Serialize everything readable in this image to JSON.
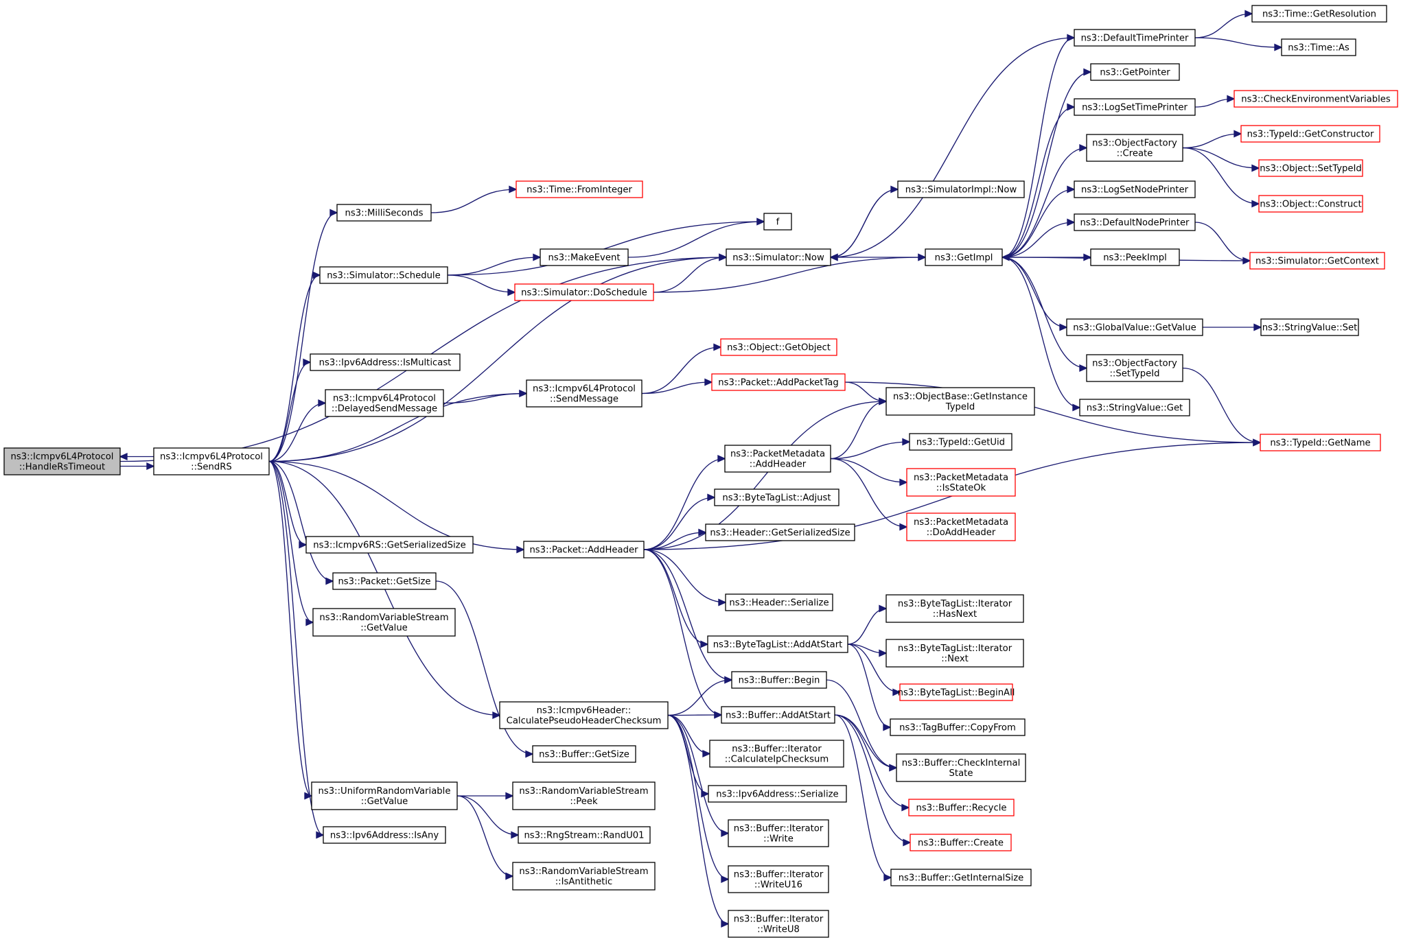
{
  "colors": {
    "edge": "#191970",
    "node_border": "#000000",
    "node_border_truncated": "#ff0000",
    "node_fill": "#ffffff",
    "node_fill_focus": "#bfbfbf"
  },
  "nodes": [
    {
      "id": "handle_rs_timeout",
      "lines": [
        "ns3::Icmpv6L4Protocol",
        "::HandleRsTimeout"
      ],
      "focus": true
    },
    {
      "id": "send_rs",
      "lines": [
        "ns3::Icmpv6L4Protocol",
        "::SendRS"
      ]
    },
    {
      "id": "milli_seconds",
      "lines": [
        "ns3::MilliSeconds"
      ]
    },
    {
      "id": "simulator_schedule",
      "lines": [
        "ns3::Simulator::Schedule"
      ]
    },
    {
      "id": "ipv6addr_ismulticast",
      "lines": [
        "ns3::Ipv6Address::IsMulticast"
      ]
    },
    {
      "id": "delayed_send_message",
      "lines": [
        "ns3::Icmpv6L4Protocol",
        "::DelayedSendMessage"
      ]
    },
    {
      "id": "icmpv6rs_serialized_size",
      "lines": [
        "ns3::Icmpv6RS::GetSerializedSize"
      ]
    },
    {
      "id": "packet_getsize",
      "lines": [
        "ns3::Packet::GetSize"
      ]
    },
    {
      "id": "rvs_getvalue",
      "lines": [
        "ns3::RandomVariableStream",
        "::GetValue"
      ]
    },
    {
      "id": "uniform_getvalue",
      "lines": [
        "ns3::UniformRandomVariable",
        "::GetValue"
      ]
    },
    {
      "id": "ipv6addr_isany",
      "lines": [
        "ns3::Ipv6Address::IsAny"
      ]
    },
    {
      "id": "time_frominteger",
      "lines": [
        "ns3::Time::FromInteger"
      ],
      "truncated": true
    },
    {
      "id": "f_node",
      "lines": [
        "f"
      ]
    },
    {
      "id": "make_event",
      "lines": [
        "ns3::MakeEvent"
      ]
    },
    {
      "id": "simulator_doschedule",
      "lines": [
        "ns3::Simulator::DoSchedule"
      ],
      "truncated": true
    },
    {
      "id": "simulator_now",
      "lines": [
        "ns3::Simulator::Now"
      ]
    },
    {
      "id": "object_getobject",
      "lines": [
        "ns3::Object::GetObject"
      ],
      "truncated": true
    },
    {
      "id": "send_message",
      "lines": [
        "ns3::Icmpv6L4Protocol",
        "::SendMessage"
      ]
    },
    {
      "id": "packet_addpackettag",
      "lines": [
        "ns3::Packet::AddPacketTag"
      ],
      "truncated": true
    },
    {
      "id": "packet_addheader",
      "lines": [
        "ns3::Packet::AddHeader"
      ]
    },
    {
      "id": "calc_pseudo_checksum",
      "lines": [
        "ns3::Icmpv6Header::",
        "CalculatePseudoHeaderChecksum"
      ]
    },
    {
      "id": "buffer_getsize",
      "lines": [
        "ns3::Buffer::GetSize"
      ]
    },
    {
      "id": "rvs_peek",
      "lines": [
        "ns3::RandomVariableStream",
        "::Peek"
      ]
    },
    {
      "id": "rngstream_randu01",
      "lines": [
        "ns3::RngStream::RandU01"
      ]
    },
    {
      "id": "rvs_isantithetic",
      "lines": [
        "ns3::RandomVariableStream",
        "::IsAntithetic"
      ]
    },
    {
      "id": "simulatorimpl_now",
      "lines": [
        "ns3::SimulatorImpl::Now"
      ]
    },
    {
      "id": "get_impl",
      "lines": [
        "ns3::GetImpl"
      ]
    },
    {
      "id": "packetmetadata_addheader",
      "lines": [
        "ns3::PacketMetadata",
        "::AddHeader"
      ]
    },
    {
      "id": "bytetaglist_adjust",
      "lines": [
        "ns3::ByteTagList::Adjust"
      ]
    },
    {
      "id": "header_getserializedsize",
      "lines": [
        "ns3::Header::GetSerializedSize"
      ]
    },
    {
      "id": "header_serialize",
      "lines": [
        "ns3::Header::Serialize"
      ]
    },
    {
      "id": "bytetaglist_addatstart",
      "lines": [
        "ns3::ByteTagList::AddAtStart"
      ]
    },
    {
      "id": "buffer_begin",
      "lines": [
        "ns3::Buffer::Begin"
      ]
    },
    {
      "id": "buffer_addatstart",
      "lines": [
        "ns3::Buffer::AddAtStart"
      ]
    },
    {
      "id": "iterator_calcipchecksum",
      "lines": [
        "ns3::Buffer::Iterator",
        "::CalculateIpChecksum"
      ]
    },
    {
      "id": "ipv6addr_serialize",
      "lines": [
        "ns3::Ipv6Address::Serialize"
      ]
    },
    {
      "id": "iterator_write",
      "lines": [
        "ns3::Buffer::Iterator",
        "::Write"
      ]
    },
    {
      "id": "iterator_writeu16",
      "lines": [
        "ns3::Buffer::Iterator",
        "::WriteU16"
      ]
    },
    {
      "id": "iterator_writeu8",
      "lines": [
        "ns3::Buffer::Iterator",
        "::WriteU8"
      ]
    },
    {
      "id": "default_time_printer",
      "lines": [
        "ns3::DefaultTimePrinter"
      ]
    },
    {
      "id": "get_pointer",
      "lines": [
        "ns3::GetPointer"
      ]
    },
    {
      "id": "log_set_time_printer",
      "lines": [
        "ns3::LogSetTimePrinter"
      ]
    },
    {
      "id": "object_factory_create",
      "lines": [
        "ns3::ObjectFactory",
        "::Create"
      ]
    },
    {
      "id": "log_set_node_printer",
      "lines": [
        "ns3::LogSetNodePrinter"
      ]
    },
    {
      "id": "default_node_printer",
      "lines": [
        "ns3::DefaultNodePrinter"
      ]
    },
    {
      "id": "peek_impl",
      "lines": [
        "ns3::PeekImpl"
      ]
    },
    {
      "id": "globalvalue_getvalue",
      "lines": [
        "ns3::GlobalValue::GetValue"
      ]
    },
    {
      "id": "object_factory_settypeid",
      "lines": [
        "ns3::ObjectFactory",
        "::SetTypeId"
      ]
    },
    {
      "id": "stringvalue_get",
      "lines": [
        "ns3::StringValue::Get"
      ]
    },
    {
      "id": "objectbase_getinstancetypeid",
      "lines": [
        "ns3::ObjectBase::GetInstance",
        "TypeId"
      ]
    },
    {
      "id": "typeid_getuid",
      "lines": [
        "ns3::TypeId::GetUid"
      ]
    },
    {
      "id": "packetmetadata_isstateok",
      "lines": [
        "ns3::PacketMetadata",
        "::IsStateOk"
      ],
      "truncated": true
    },
    {
      "id": "packetmetadata_doaddheader",
      "lines": [
        "ns3::PacketMetadata",
        "::DoAddHeader"
      ],
      "truncated": true
    },
    {
      "id": "bytetaglist_iterator_hasnext",
      "lines": [
        "ns3::ByteTagList::Iterator",
        "::HasNext"
      ]
    },
    {
      "id": "bytetaglist_iterator_next",
      "lines": [
        "ns3::ByteTagList::Iterator",
        "::Next"
      ]
    },
    {
      "id": "bytetaglist_beginall",
      "lines": [
        "ns3::ByteTagList::BeginAll"
      ],
      "truncated": true
    },
    {
      "id": "tagbuffer_copyfrom",
      "lines": [
        "ns3::TagBuffer::CopyFrom"
      ]
    },
    {
      "id": "buffer_checkinternalstate",
      "lines": [
        "ns3::Buffer::CheckInternal",
        "State"
      ]
    },
    {
      "id": "buffer_recycle",
      "lines": [
        "ns3::Buffer::Recycle"
      ],
      "truncated": true
    },
    {
      "id": "buffer_create",
      "lines": [
        "ns3::Buffer::Create"
      ],
      "truncated": true
    },
    {
      "id": "buffer_getinternalsize",
      "lines": [
        "ns3::Buffer::GetInternalSize"
      ]
    },
    {
      "id": "time_getresolution",
      "lines": [
        "ns3::Time::GetResolution"
      ]
    },
    {
      "id": "time_as",
      "lines": [
        "ns3::Time::As"
      ]
    },
    {
      "id": "check_env_vars",
      "lines": [
        "ns3::CheckEnvironmentVariables"
      ],
      "truncated": true
    },
    {
      "id": "typeid_getconstructor",
      "lines": [
        "ns3::TypeId::GetConstructor"
      ],
      "truncated": true
    },
    {
      "id": "object_settypeid",
      "lines": [
        "ns3::Object::SetTypeId"
      ],
      "truncated": true
    },
    {
      "id": "object_construct",
      "lines": [
        "ns3::Object::Construct"
      ],
      "truncated": true
    },
    {
      "id": "simulator_getcontext",
      "lines": [
        "ns3::Simulator::GetContext"
      ],
      "truncated": true
    },
    {
      "id": "stringvalue_set",
      "lines": [
        "ns3::StringValue::Set"
      ]
    },
    {
      "id": "typeid_getname",
      "lines": [
        "ns3::TypeId::GetName"
      ],
      "truncated": true
    }
  ],
  "edges": [
    [
      "handle_rs_timeout",
      "send_rs"
    ],
    [
      "send_rs",
      "handle_rs_timeout"
    ],
    [
      "handle_rs_timeout",
      "simulator_now"
    ],
    [
      "send_rs",
      "milli_seconds"
    ],
    [
      "send_rs",
      "simulator_schedule"
    ],
    [
      "send_rs",
      "simulator_now"
    ],
    [
      "send_rs",
      "ipv6addr_ismulticast"
    ],
    [
      "send_rs",
      "delayed_send_message"
    ],
    [
      "send_rs",
      "send_message"
    ],
    [
      "send_rs",
      "packet_addheader"
    ],
    [
      "send_rs",
      "calc_pseudo_checksum"
    ],
    [
      "send_rs",
      "icmpv6rs_serialized_size"
    ],
    [
      "send_rs",
      "packet_getsize"
    ],
    [
      "send_rs",
      "rvs_getvalue"
    ],
    [
      "send_rs",
      "uniform_getvalue"
    ],
    [
      "send_rs",
      "ipv6addr_isany"
    ],
    [
      "milli_seconds",
      "time_frominteger"
    ],
    [
      "simulator_schedule",
      "f_node"
    ],
    [
      "simulator_schedule",
      "make_event"
    ],
    [
      "simulator_schedule",
      "simulator_doschedule"
    ],
    [
      "make_event",
      "f_node"
    ],
    [
      "simulator_doschedule",
      "simulator_now"
    ],
    [
      "simulator_doschedule",
      "get_impl"
    ],
    [
      "delayed_send_message",
      "send_message"
    ],
    [
      "send_message",
      "object_getobject"
    ],
    [
      "send_message",
      "packet_addpackettag"
    ],
    [
      "packet_addpackettag",
      "objectbase_getinstancetypeid"
    ],
    [
      "packet_addpackettag",
      "typeid_getname"
    ],
    [
      "packet_getsize",
      "buffer_getsize"
    ],
    [
      "uniform_getvalue",
      "rvs_peek"
    ],
    [
      "uniform_getvalue",
      "rngstream_randu01"
    ],
    [
      "uniform_getvalue",
      "rvs_isantithetic"
    ],
    [
      "simulator_now",
      "simulatorimpl_now"
    ],
    [
      "simulator_now",
      "get_impl"
    ],
    [
      "simulatorimpl_now",
      "simulator_now"
    ],
    [
      "default_time_printer",
      "simulator_now"
    ],
    [
      "packet_addheader",
      "objectbase_getinstancetypeid"
    ],
    [
      "packet_addheader",
      "packetmetadata_addheader"
    ],
    [
      "packet_addheader",
      "bytetaglist_adjust"
    ],
    [
      "packet_addheader",
      "header_getserializedsize"
    ],
    [
      "packet_addheader",
      "typeid_getname"
    ],
    [
      "packet_addheader",
      "header_serialize"
    ],
    [
      "packet_addheader",
      "bytetaglist_addatstart"
    ],
    [
      "packet_addheader",
      "buffer_begin"
    ],
    [
      "packet_addheader",
      "buffer_addatstart"
    ],
    [
      "calc_pseudo_checksum",
      "buffer_begin"
    ],
    [
      "calc_pseudo_checksum",
      "buffer_addatstart"
    ],
    [
      "calc_pseudo_checksum",
      "iterator_calcipchecksum"
    ],
    [
      "calc_pseudo_checksum",
      "ipv6addr_serialize"
    ],
    [
      "calc_pseudo_checksum",
      "iterator_write"
    ],
    [
      "calc_pseudo_checksum",
      "iterator_writeu16"
    ],
    [
      "calc_pseudo_checksum",
      "iterator_writeu8"
    ],
    [
      "get_impl",
      "default_time_printer"
    ],
    [
      "get_impl",
      "get_pointer"
    ],
    [
      "get_impl",
      "log_set_time_printer"
    ],
    [
      "get_impl",
      "object_factory_create"
    ],
    [
      "get_impl",
      "log_set_node_printer"
    ],
    [
      "get_impl",
      "default_node_printer"
    ],
    [
      "get_impl",
      "peek_impl"
    ],
    [
      "get_impl",
      "globalvalue_getvalue"
    ],
    [
      "get_impl",
      "object_factory_settypeid"
    ],
    [
      "get_impl",
      "stringvalue_get"
    ],
    [
      "simulator_getcontext",
      "get_impl"
    ],
    [
      "default_time_printer",
      "time_getresolution"
    ],
    [
      "default_time_printer",
      "time_as"
    ],
    [
      "log_set_time_printer",
      "check_env_vars"
    ],
    [
      "object_factory_create",
      "typeid_getconstructor"
    ],
    [
      "object_factory_create",
      "object_settypeid"
    ],
    [
      "object_factory_create",
      "object_construct"
    ],
    [
      "default_node_printer",
      "simulator_getcontext"
    ],
    [
      "globalvalue_getvalue",
      "stringvalue_set"
    ],
    [
      "object_factory_settypeid",
      "typeid_getname"
    ],
    [
      "packetmetadata_addheader",
      "objectbase_getinstancetypeid"
    ],
    [
      "packetmetadata_addheader",
      "typeid_getuid"
    ],
    [
      "packetmetadata_addheader",
      "packetmetadata_isstateok"
    ],
    [
      "packetmetadata_addheader",
      "packetmetadata_doaddheader"
    ],
    [
      "bytetaglist_addatstart",
      "bytetaglist_iterator_hasnext"
    ],
    [
      "bytetaglist_addatstart",
      "bytetaglist_iterator_next"
    ],
    [
      "bytetaglist_addatstart",
      "bytetaglist_beginall"
    ],
    [
      "bytetaglist_addatstart",
      "tagbuffer_copyfrom"
    ],
    [
      "buffer_begin",
      "buffer_checkinternalstate"
    ],
    [
      "buffer_addatstart",
      "buffer_checkinternalstate"
    ],
    [
      "buffer_addatstart",
      "buffer_recycle"
    ],
    [
      "buffer_addatstart",
      "buffer_create"
    ],
    [
      "buffer_addatstart",
      "buffer_getinternalsize"
    ]
  ]
}
